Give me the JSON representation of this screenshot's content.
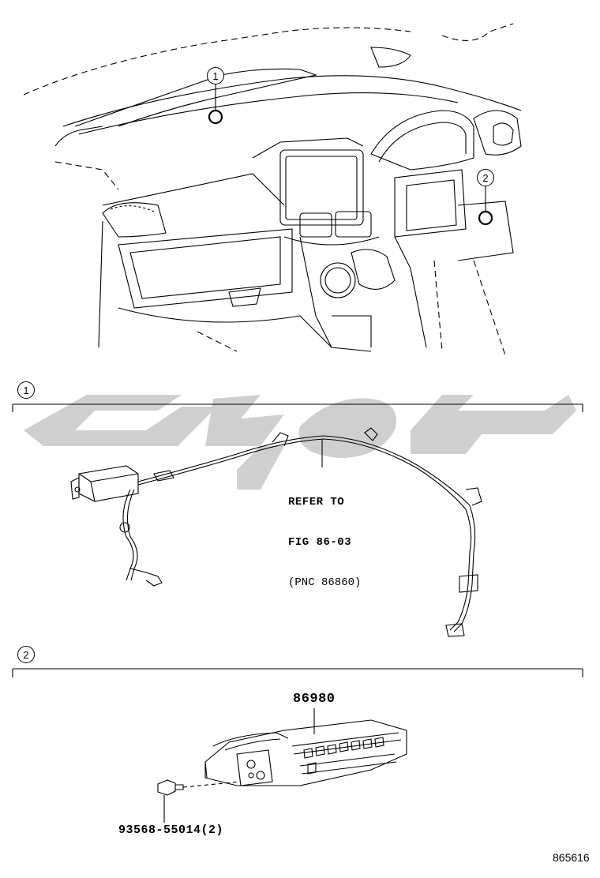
{
  "top_view": {
    "callouts": [
      "1",
      "2"
    ]
  },
  "section1": {
    "index": "1",
    "refer_lines": [
      "REFER TO",
      "FIG 86-03",
      "(PNC 86860)"
    ]
  },
  "section2": {
    "index": "2",
    "part_number": "86980",
    "bolt_part_number": "93568-55014(2)"
  },
  "figure_id": "865616",
  "watermark": {
    "color": "#cfcfcf"
  }
}
